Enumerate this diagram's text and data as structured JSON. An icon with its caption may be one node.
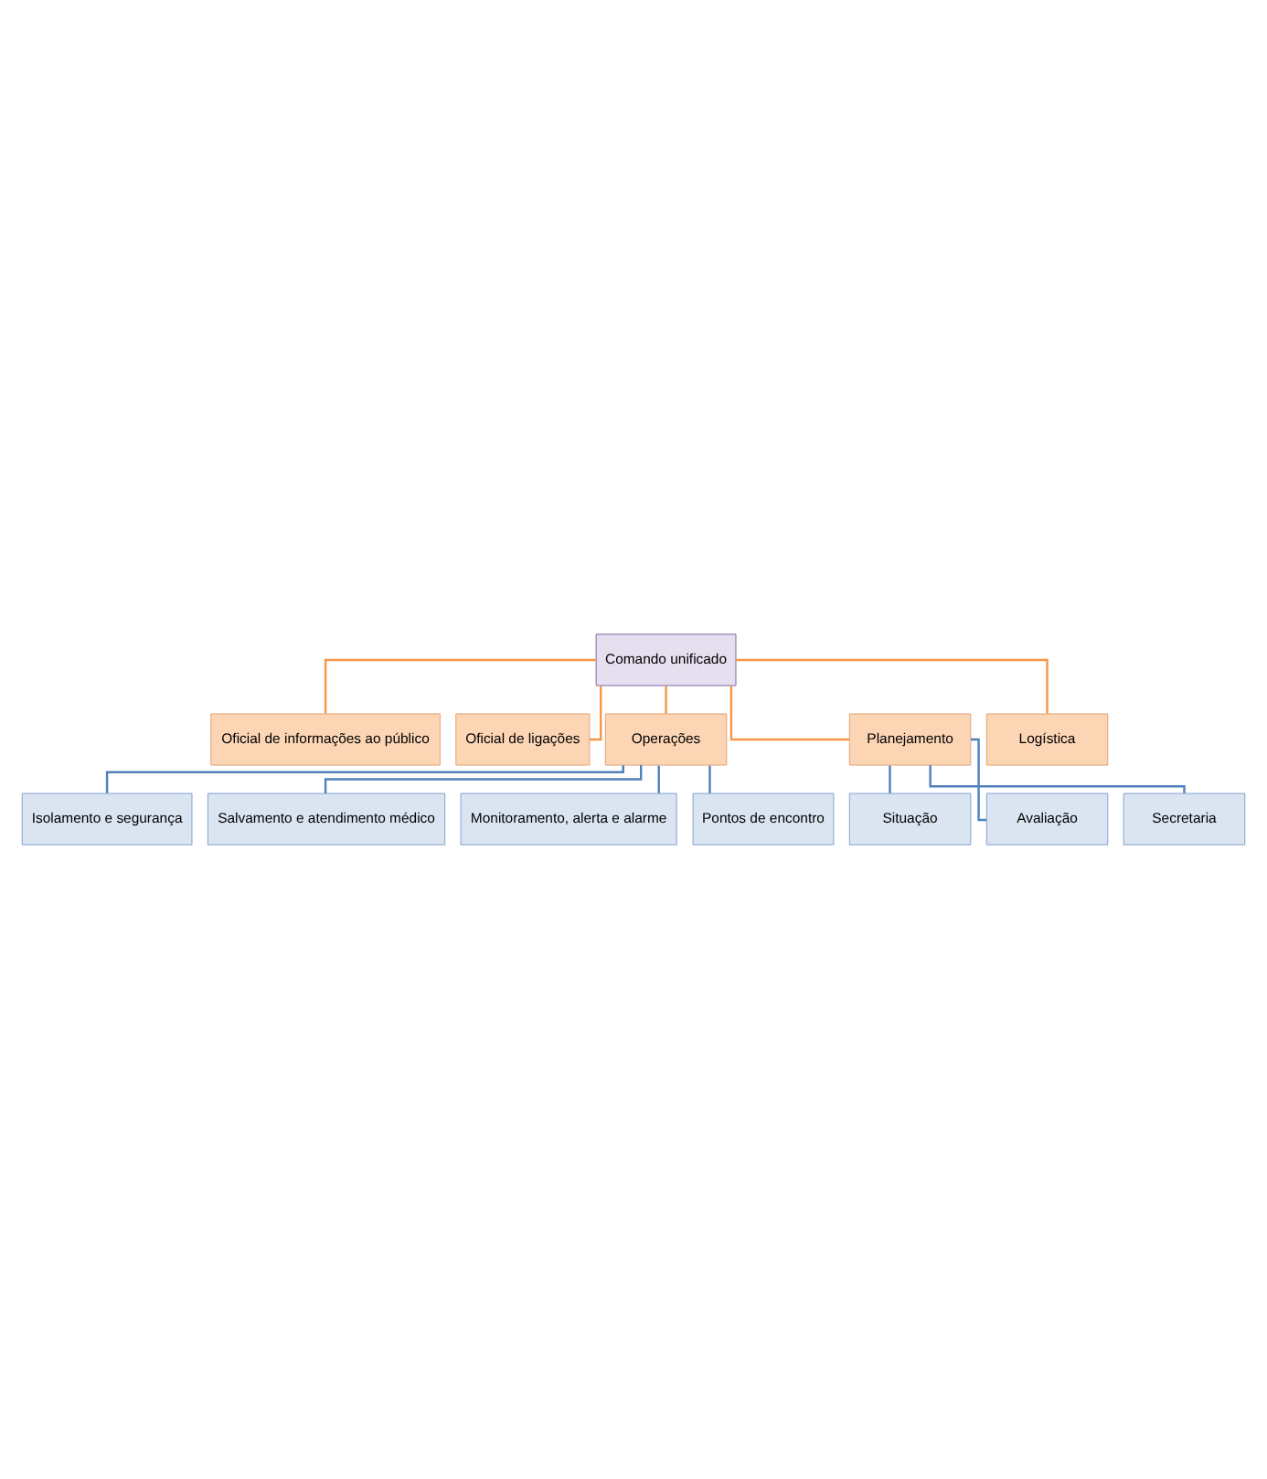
{
  "diagram": {
    "nodes": [
      {
        "text": [
          "Comando unificado"
        ]
      },
      {
        "text": [
          "Oficial de informações ao público"
        ]
      },
      {
        "text": [
          "Oficial de ligações"
        ]
      },
      {
        "text": [
          "Operações"
        ]
      },
      {
        "text": [
          "Planejamento"
        ]
      },
      {
        "text": [
          "Logística"
        ]
      },
      {
        "text": [
          "Isolamento e segurança"
        ]
      },
      {
        "text": [
          "Salvamento e atendimento médico"
        ]
      },
      {
        "text": [
          "Monitoramento, alerta e alarme"
        ]
      },
      {
        "text": [
          "Pontos de encontro"
        ]
      },
      {
        "text": [
          "Situação"
        ]
      },
      {
        "text": [
          "Avaliação"
        ]
      },
      {
        "text": [
          "Secretaria"
        ]
      }
    ],
    "edges": [
      {
        "from": 0,
        "to": 1,
        "arrow": "none",
        "color": "#f79646"
      },
      {
        "from": 0,
        "to": 2,
        "arrow": "none",
        "color": "#f79646"
      },
      {
        "from": 0,
        "to": 3,
        "arrow": "none",
        "color": "#f79646"
      },
      {
        "from": 0,
        "to": 4,
        "arrow": "none",
        "color": "#f79646"
      },
      {
        "from": 0,
        "to": 5,
        "arrow": "none",
        "color": "#f79646"
      },
      {
        "from": 3,
        "to": 6,
        "arrow": "none"
      },
      {
        "from": 3,
        "to": 7,
        "arrow": "none"
      },
      {
        "from": 3,
        "to": 8,
        "arrow": "none"
      },
      {
        "from": 3,
        "to": 9,
        "arrow": "none"
      },
      {
        "from": 4,
        "to": 10,
        "arrow": "none"
      },
      {
        "from": 4,
        "to": 11,
        "arrow": "none"
      },
      {
        "from": 4,
        "to": 12,
        "arrow": "none"
      }
    ]
  }
}
